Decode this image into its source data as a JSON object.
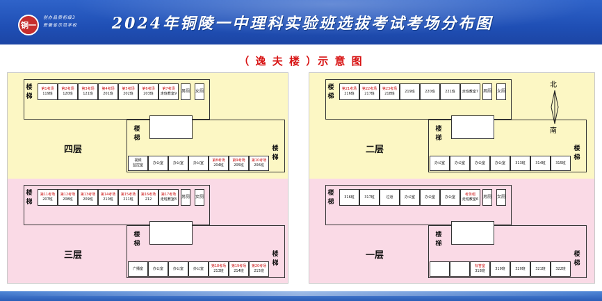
{
  "header": {
    "title": "2024年铜陵一中理科实验班选拔考试考场分布图",
    "logo_text": "铜一",
    "school_line1": "创办品质初级3",
    "school_line2": "安徽省示范学校"
  },
  "subtitle": "（ 逸 夫 楼 ）示 意 图",
  "left": {
    "floor4": {
      "label": "四层",
      "stair": "楼梯",
      "top_rooms": [
        [
          "第1考场",
          "119班"
        ],
        [
          "第2考场",
          "120班"
        ],
        [
          "第3考场",
          "121班"
        ],
        [
          "第4考场",
          "201班"
        ],
        [
          "第5考场",
          "202班"
        ],
        [
          "第6考场",
          "203班"
        ],
        [
          "第7考场",
          "走班教室9"
        ]
      ],
      "wc_m": "男厕",
      "wc_f": "女厕",
      "bottom_rooms": [
        [
          "视频",
          "监控室"
        ],
        [
          "办公室",
          ""
        ],
        [
          "办公室",
          ""
        ],
        [
          "办公室",
          ""
        ],
        [
          "第8考场",
          "204班"
        ],
        [
          "第9考场",
          "205班"
        ],
        [
          "第10考场",
          "206班"
        ]
      ]
    },
    "floor3": {
      "label": "三层",
      "stair": "楼梯",
      "top_rooms": [
        [
          "第11考场",
          "207班"
        ],
        [
          "第12考场",
          "208班"
        ],
        [
          "第13考场",
          "209班"
        ],
        [
          "第14考场",
          "210班"
        ],
        [
          "第15考场",
          "211班"
        ],
        [
          "第16考场",
          "212"
        ],
        [
          "第17考场",
          "走班教室8"
        ]
      ],
      "wc_m": "男厕",
      "wc_f": "女厕",
      "bottom_rooms": [
        [
          "广播室",
          ""
        ],
        [
          "办公室",
          ""
        ],
        [
          "办公室",
          ""
        ],
        [
          "办公室",
          ""
        ],
        [
          "第18考场",
          "213班"
        ],
        [
          "第19考场",
          "214班"
        ],
        [
          "第20考场",
          "215班"
        ]
      ]
    }
  },
  "right": {
    "floor2": {
      "label": "二层",
      "stair": "楼梯",
      "top_rooms": [
        [
          "第21考场",
          "216班"
        ],
        [
          "第22考场",
          "217班"
        ],
        [
          "第23考场",
          "218班"
        ],
        [
          "219班",
          ""
        ],
        [
          "220班",
          ""
        ],
        [
          "221班",
          ""
        ],
        [
          "走班教室7",
          ""
        ]
      ],
      "wc_m": "男厕",
      "wc_f": "女厕",
      "bottom_rooms": [
        [
          "办公室",
          ""
        ],
        [
          "办公室",
          ""
        ],
        [
          "办公室",
          ""
        ],
        [
          "办公室",
          ""
        ],
        [
          "313班",
          ""
        ],
        [
          "314班",
          ""
        ],
        [
          "315班",
          ""
        ]
      ]
    },
    "floor1": {
      "label": "一层",
      "stair": "楼梯",
      "top_rooms": [
        [
          "316班",
          ""
        ],
        [
          "317班",
          ""
        ],
        [
          "过道",
          ""
        ],
        [
          "办公室",
          ""
        ],
        [
          "办公室",
          ""
        ],
        [
          "办公室",
          ""
        ],
        [
          "考务组",
          "走班教室6"
        ]
      ],
      "wc_m": "男厕",
      "wc_f": "女厕",
      "bottom_rooms": [
        [
          "",
          ""
        ],
        [
          "",
          ""
        ],
        [
          "标答室",
          "318班"
        ],
        [
          "319班",
          ""
        ],
        [
          "320班",
          ""
        ],
        [
          "321班",
          ""
        ],
        [
          "322班",
          ""
        ]
      ]
    },
    "compass": {
      "north": "北",
      "south": "南"
    }
  },
  "colors": {
    "header": "#1f4fb5",
    "accent_red": "#d81414",
    "yellow": "#fcf7c4",
    "pink": "#fadae6"
  }
}
